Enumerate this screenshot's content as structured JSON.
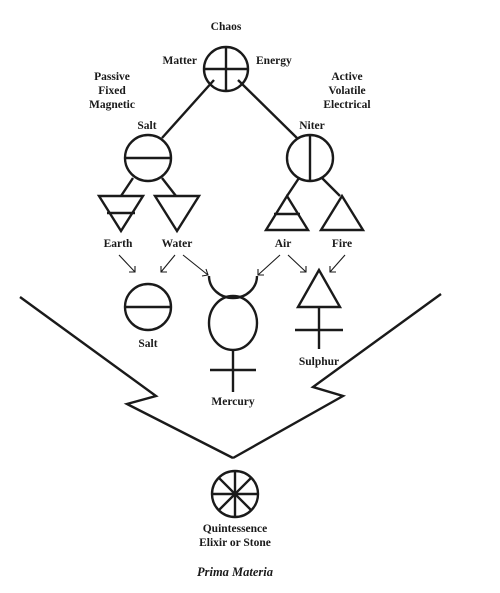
{
  "labels": {
    "chaos": "Chaos",
    "matter": "Matter",
    "energy": "Energy",
    "passive_lines": [
      "Passive",
      "Fixed",
      "Magnetic"
    ],
    "active_lines": [
      "Active",
      "Volatile",
      "Electrical"
    ],
    "salt_top": "Salt",
    "niter": "Niter",
    "earth": "Earth",
    "water": "Water",
    "air": "Air",
    "fire": "Fire",
    "salt_bottom": "Salt",
    "mercury": "Mercury",
    "sulphur": "Sulphur",
    "quintessence_lines": [
      "Quintessence",
      "Elixir or Stone"
    ],
    "caption": "Prima Materia"
  },
  "icons": {
    "chaos": "circle-quartered-icon",
    "salt": "circle-horizontal-bar-icon",
    "niter": "circle-vertical-bar-icon",
    "earth": "triangle-down-barred-icon",
    "water": "triangle-down-icon",
    "air": "triangle-up-barred-icon",
    "fire": "triangle-up-icon",
    "mercury": "mercury-icon",
    "sulphur": "sulphur-icon",
    "quintessence": "eight-spoked-wheel-icon"
  },
  "colors": {
    "ink": "#1a1a1a",
    "background": "#ffffff"
  }
}
